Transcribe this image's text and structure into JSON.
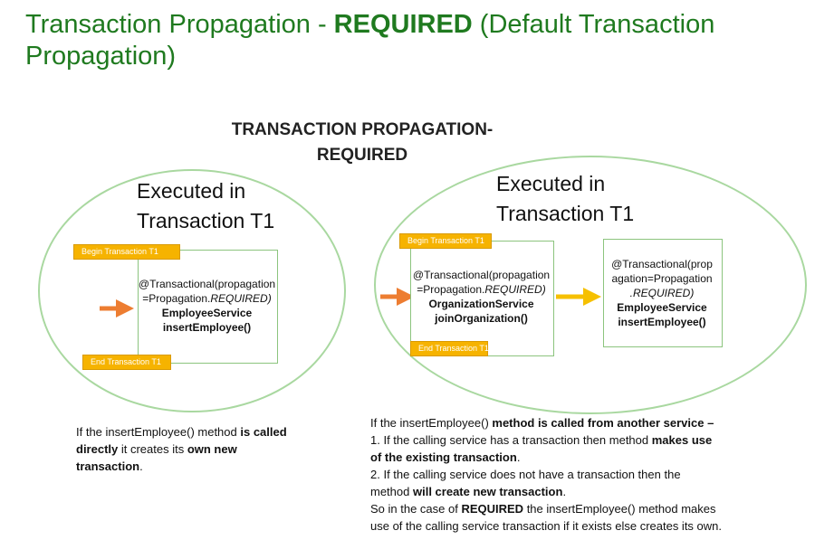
{
  "title": {
    "prefix": "Transaction Propagation - ",
    "bold": "REQUIRED",
    "suffix": " (Default Transaction Propagation)"
  },
  "diagram_heading": [
    "TRANSACTION PROPAGATION-",
    "REQUIRED"
  ],
  "left": {
    "executed_line1": "Executed in",
    "executed_line2": "Transaction T1",
    "begin_tag": "Begin Transaction  T1",
    "end_tag": "End Transaction T1",
    "annotation_line1": "@Transactional(propagation",
    "annotation_line2_prefix": "=Propagation.",
    "annotation_line2_italic": "REQUIRED)",
    "service": "EmployeeService",
    "method": "insertEmployee()"
  },
  "right": {
    "executed_line1": "Executed in",
    "executed_line2": "Transaction T1",
    "begin_tag": "Begin Transaction  T1",
    "end_tag": "End Transaction T1",
    "box1_annotation_line1": "@Transactional(propagation",
    "box1_annotation_line2_prefix": "=Propagation.",
    "box1_annotation_line2_italic": "REQUIRED)",
    "box1_service": "OrganizationService",
    "box1_method": "joinOrganization()",
    "box2_annotation_line1": "@Transactional(prop",
    "box2_annotation_line2": "agation=Propagation",
    "box2_annotation_line3": ".REQUIRED)",
    "box2_service": "EmployeeService",
    "box2_method": "insertEmployee()"
  },
  "left_text": {
    "t1": "If the insertEmployee()  method ",
    "b1": "is called",
    "b2": "directly",
    "t2": " it creates its ",
    "b3": "own new",
    "b4": "transaction",
    "t3": "."
  },
  "right_text": {
    "l1_t": "If the insertEmployee()  ",
    "l1_b": "method is called from another service –",
    "l2_t": "1.  If the calling service has a transaction then method ",
    "l2_b": "makes use",
    "l3_b": "of the existing transaction",
    "l3_t": ".",
    "l4_t": "2.  If the calling service does not have a transaction then the",
    "l5_t": "method ",
    "l5_b": "will create new transaction",
    "l5_t2": ".",
    "l6_t": "So in the case of ",
    "l6_b": "REQUIRED",
    "l6_t2": " the insertEmployee() method makes",
    "l7_t": "use of the calling service transaction if it exists else creates its own."
  },
  "colors": {
    "title_green": "#1f7a1f",
    "ellipse_green": "#a9d8a0",
    "box_green": "#8cc47e",
    "tag_orange": "#f6b300",
    "arrow_orange": "#ed7d31",
    "arrow_yellow": "#f6c000"
  }
}
